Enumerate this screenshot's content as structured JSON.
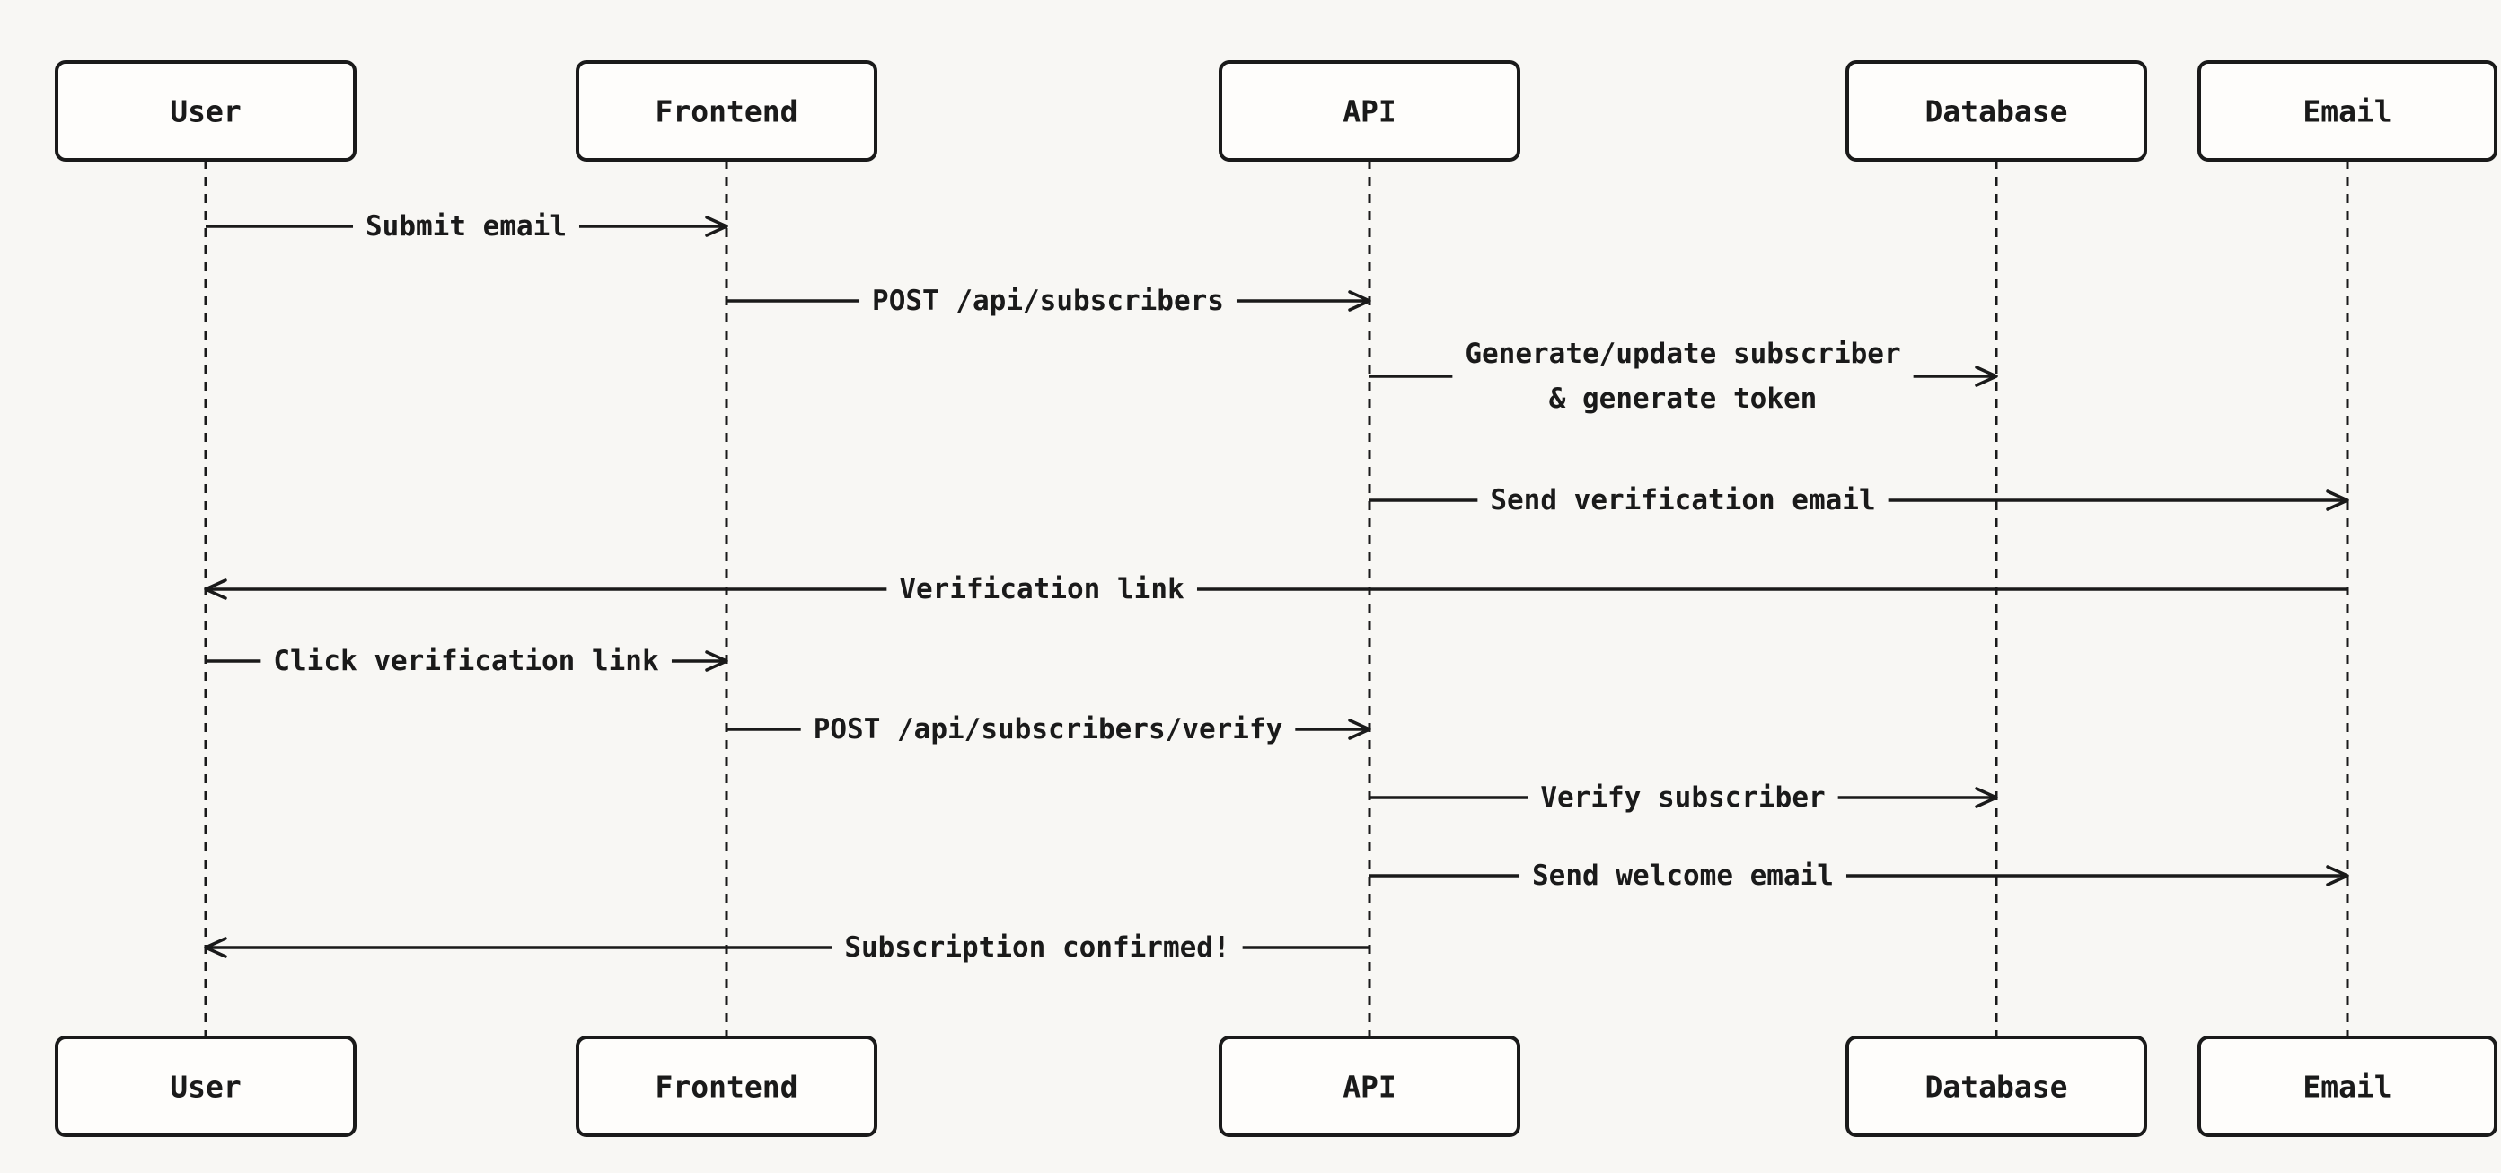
{
  "diagram": {
    "type": "sequence",
    "actors": [
      "User",
      "Frontend",
      "API",
      "Database",
      "Email"
    ],
    "messages": [
      {
        "from": "User",
        "to": "Frontend",
        "label": "Submit email"
      },
      {
        "from": "Frontend",
        "to": "API",
        "label": "POST /api/subscribers"
      },
      {
        "from": "API",
        "to": "Database",
        "label": "Generate/update subscriber",
        "label2": "& generate token"
      },
      {
        "from": "API",
        "to": "Email",
        "label": "Send verification email"
      },
      {
        "from": "Email",
        "to": "User",
        "label": "Verification link"
      },
      {
        "from": "User",
        "to": "Frontend",
        "label": "Click verification link"
      },
      {
        "from": "Frontend",
        "to": "API",
        "label": "POST /api/subscribers/verify"
      },
      {
        "from": "API",
        "to": "Database",
        "label": "Verify subscriber"
      },
      {
        "from": "API",
        "to": "Email",
        "label": "Send welcome email"
      },
      {
        "from": "API",
        "to": "User",
        "label": "Subscription confirmed!"
      }
    ]
  },
  "colors": {
    "background": "#f8f7f4",
    "stroke": "#1a1a1a",
    "box_fill": "#fefdfb"
  }
}
